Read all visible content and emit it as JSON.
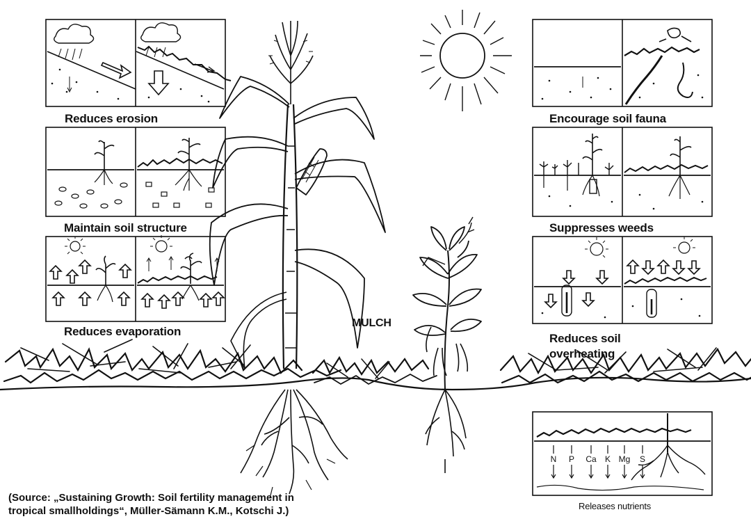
{
  "panels_left": [
    {
      "label": "Reduces erosion"
    },
    {
      "label": "Maintain soil structure"
    },
    {
      "label": "Reduces evaporation"
    }
  ],
  "panels_right": [
    {
      "label": "Encourage soil fauna"
    },
    {
      "label": "Suppresses weeds"
    },
    {
      "label": "Reduces soil overheating"
    },
    {
      "label": "Releases nutrients"
    }
  ],
  "center_label": "MULCH",
  "nutrients": [
    "N",
    "P",
    "Ca",
    "K",
    "Mg",
    "S"
  ],
  "source_line1": "(Source: „Sustaining Growth: Soil fertility management in",
  "source_line2": "tropical smallholdings“, Müller-Sämann K.M., Kotschi J.)"
}
